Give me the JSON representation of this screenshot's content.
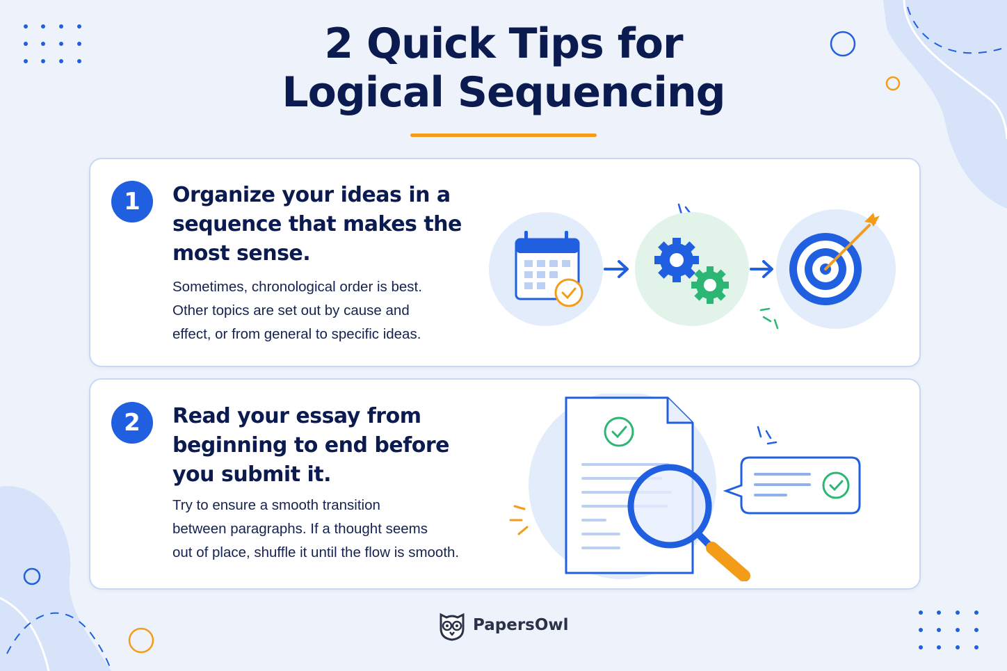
{
  "title": {
    "line1": "2 Quick Tips for",
    "line2": "Logical Sequencing"
  },
  "tips": [
    {
      "number": "1",
      "heading_lines": [
        "Organize your ideas in a",
        "sequence that makes the",
        "most sense."
      ],
      "body_lines": [
        "Sometimes, chronological order is best.",
        "Other topics are set out by cause and",
        "effect, or from general to specific ideas."
      ],
      "icons": [
        "calendar-check-icon",
        "arrow-right-icon",
        "gears-icon",
        "arrow-right-icon",
        "target-arrow-icon"
      ]
    },
    {
      "number": "2",
      "heading_lines": [
        "Read your essay from",
        "beginning to end before",
        "you submit it."
      ],
      "body_lines": [
        "Try to ensure a smooth transition",
        "between paragraphs. If a thought seems",
        "out of place, shuffle it until the flow is smooth."
      ],
      "icons": [
        "document-check-icon",
        "magnifying-glass-icon",
        "speech-bubble-check-icon"
      ]
    }
  ],
  "footer": {
    "brand": "PapersOwl",
    "logo_icon": "owl-logo-icon"
  },
  "colors": {
    "primary_blue": "#1f5fe0",
    "navy": "#0b1a4f",
    "accent_orange": "#f39c1a",
    "green": "#2bb673",
    "background": "#eef3fb"
  }
}
